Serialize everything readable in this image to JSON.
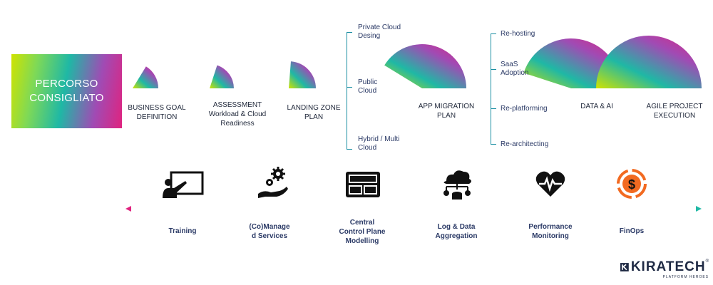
{
  "hero": {
    "label": "PERCORSO\nCONSIGLIATO"
  },
  "phases": [
    {
      "id": "business",
      "label": "BUSINESS GOAL\nDEFINITION",
      "fill": 0.2
    },
    {
      "id": "assessment",
      "label": "ASSESSMENT\nWorkload & Cloud\nReadiness",
      "fill": 0.35
    },
    {
      "id": "landing",
      "label": "LANDING ZONE\nPLAN",
      "fill": 0.5
    },
    {
      "id": "migration",
      "label": "APP MIGRATION\nPLAN",
      "fill": 0.65
    },
    {
      "id": "data",
      "label": "DATA & AI",
      "fill": 0.8
    },
    {
      "id": "agile",
      "label": "AGILE PROJECT\nEXECUTION",
      "fill": 1.0
    }
  ],
  "landing_branches": [
    "Private Cloud\nDesing",
    "Public\nCloud",
    "Hybrid / Multi\nCloud"
  ],
  "migration_branches": [
    "Re-hosting",
    "SaaS\nAdoption",
    "Re-platforming",
    "Re-architecting"
  ],
  "services": [
    {
      "id": "training",
      "label": "Training",
      "icon": "presentation-icon"
    },
    {
      "id": "comanaged",
      "label": "(Co)Manage\nd Services",
      "icon": "gears-hand-icon"
    },
    {
      "id": "control",
      "label": "Central\nControl Plane\nModelling",
      "icon": "control-panel-icon"
    },
    {
      "id": "log",
      "label": "Log & Data\nAggregation",
      "icon": "cloud-data-icon"
    },
    {
      "id": "perf",
      "label": "Performance\nMonitoring",
      "icon": "heart-pulse-icon"
    },
    {
      "id": "finops",
      "label": "FinOps",
      "icon": "dollar-cycle-icon"
    }
  ],
  "logo": {
    "word": "KIRATECH",
    "tagline": "PLATFORM HEROES",
    "mark": "®"
  },
  "colors": {
    "gradient": [
      "#cfe300",
      "#1fb8a5",
      "#a04bb4",
      "#e0237f"
    ],
    "bracket": "#1c8fa3",
    "finops_orange": "#f26a21"
  }
}
